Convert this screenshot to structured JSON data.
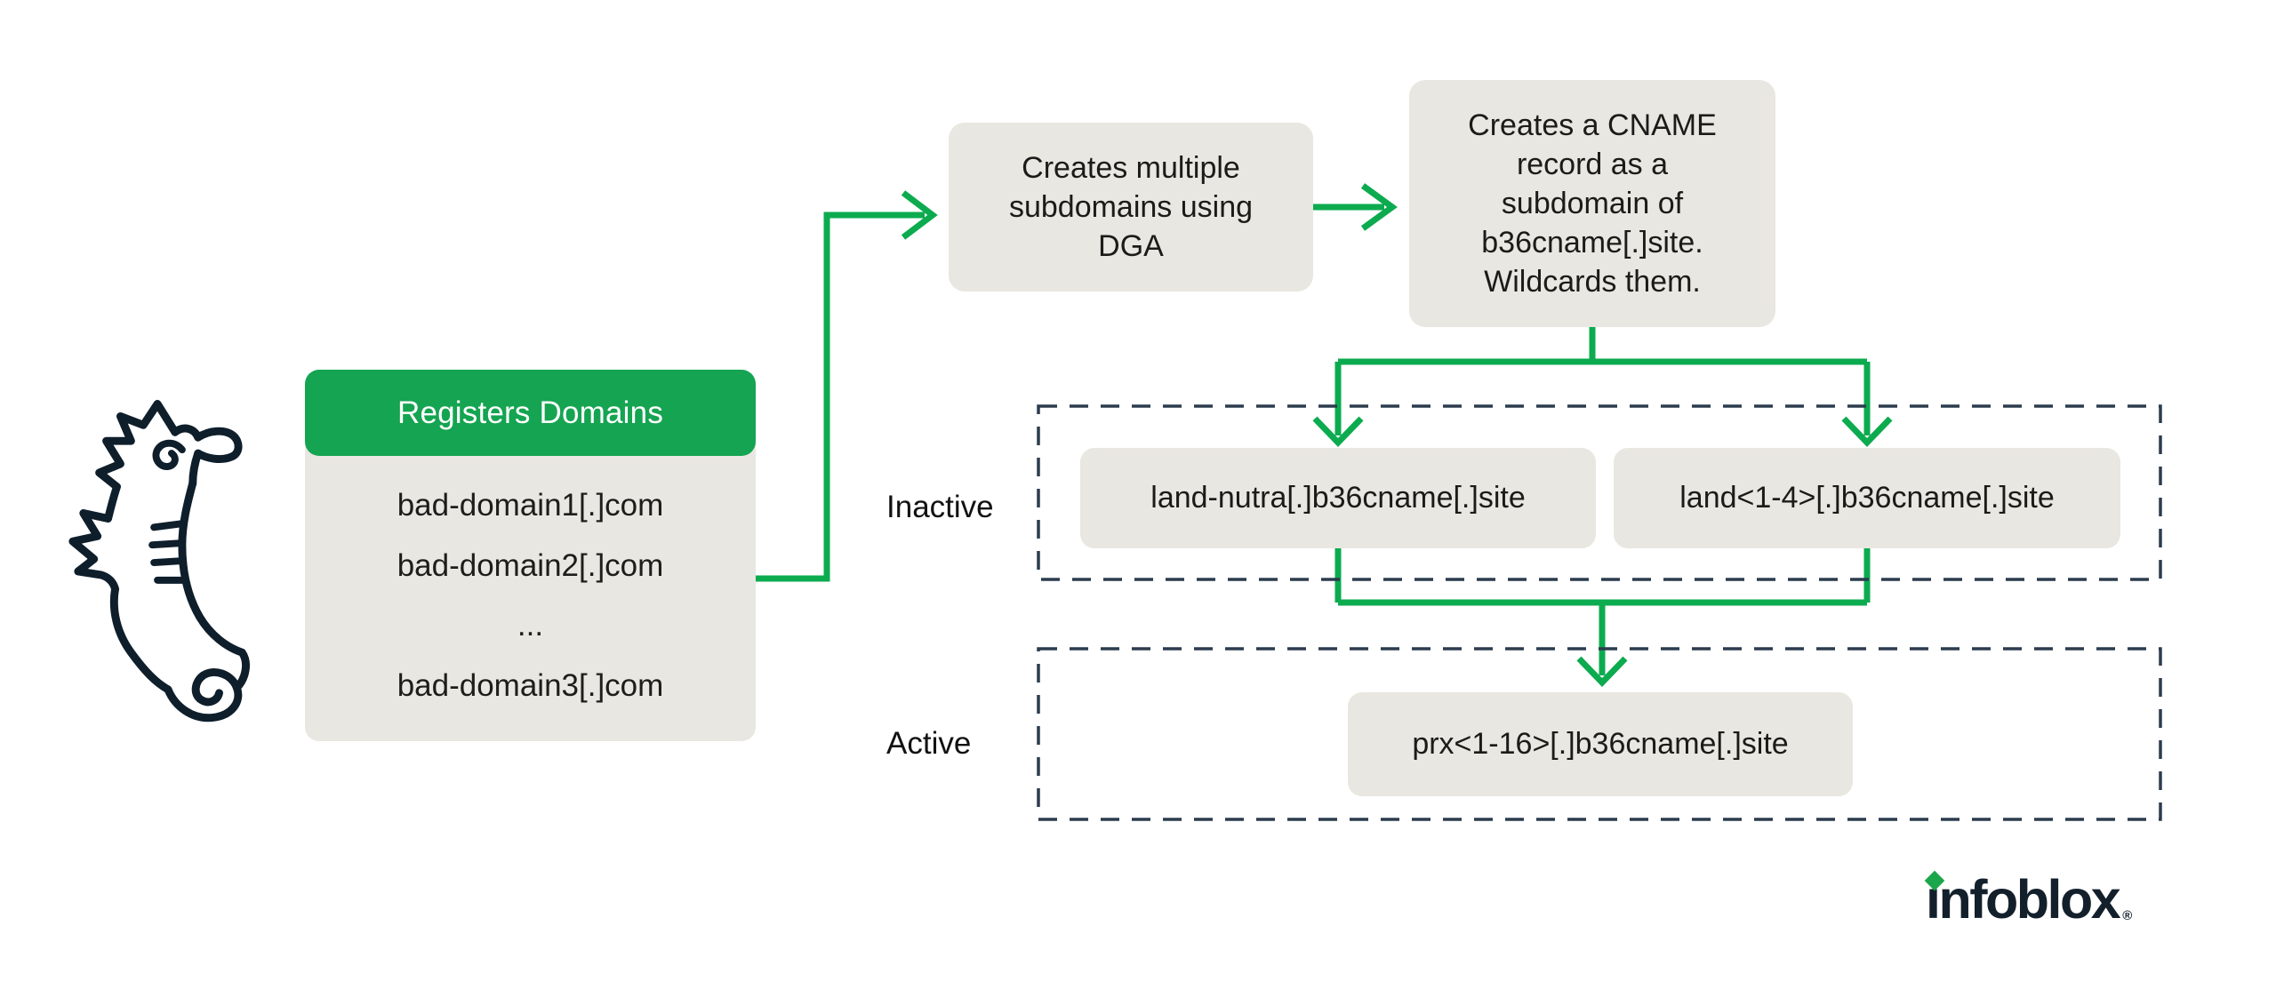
{
  "diagram": {
    "actor_icon": "seahorse",
    "registers": {
      "title": "Registers Domains",
      "domains": [
        "bad-domain1[.]com",
        "bad-domain2[.]com",
        "...",
        "bad-domain3[.]com"
      ]
    },
    "steps": {
      "dga": "Creates multiple subdomains using DGA",
      "cname": "Creates a CNAME record as a subdomain of b36cname[.]site. Wildcards them."
    },
    "inactive": {
      "label": "Inactive",
      "nodes": [
        "land-nutra[.]b36cname[.]site",
        "land<1-4>[.]b36cname[.]site"
      ]
    },
    "active": {
      "label": "Active",
      "nodes": [
        "prx<1-16>[.]b36cname[.]site"
      ]
    },
    "brand": {
      "wordmark": "infoblox",
      "registered": "®"
    },
    "colors": {
      "arrow_green": "#0cab4f",
      "header_green": "#15a451",
      "box_gray": "#e9e7e1",
      "ink_navy": "#13202c",
      "dash_slate": "#2c3c4e"
    }
  }
}
